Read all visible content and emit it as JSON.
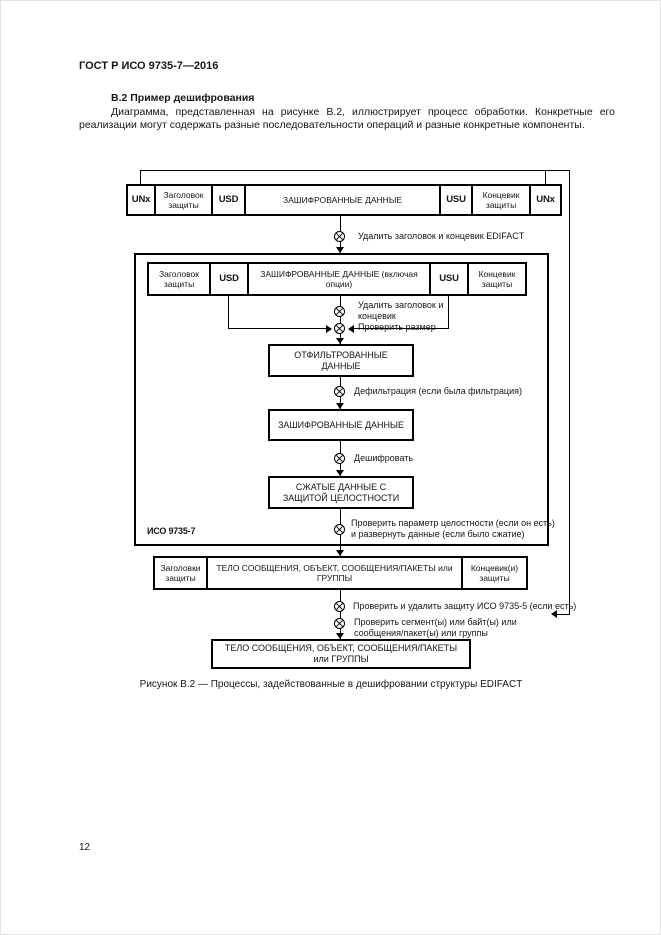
{
  "header": {
    "doc_title": "ГОСТ Р ИСО 9735-7—2016"
  },
  "section": {
    "title": "В.2 Пример дешифрования",
    "paragraph": "Диаграмма, представленная на рисунке В.2, иллюстрирует процесс обработки. Конкретные его реализации могут содержать разные последовательности операций и разные конкретные компоненты."
  },
  "diagram": {
    "envelope_row": [
      {
        "label": "UNx"
      },
      {
        "label": "Заголовок защиты"
      },
      {
        "label": "USD"
      },
      {
        "label": "ЗАШИФРОВАННЫЕ ДАННЫЕ"
      },
      {
        "label": "USU"
      },
      {
        "label": "Концевик защиты"
      },
      {
        "label": "UNx"
      }
    ],
    "inner_row": [
      {
        "label": "Заголовок защиты"
      },
      {
        "label": "USD"
      },
      {
        "label": "ЗАШИФРОВАННЫЕ ДАННЫЕ (включая опции)"
      },
      {
        "label": "USU"
      },
      {
        "label": "Концевик защиты"
      }
    ],
    "body_row": [
      {
        "label": "Заголовки защиты"
      },
      {
        "label": "ТЕЛО СООБЩЕНИЯ, ОБЪЕКТ, СООБЩЕНИЯ/ПАКЕТЫ или ГРУППЫ"
      },
      {
        "label": "Концевик(и) защиты"
      }
    ],
    "steps": {
      "remove_edifact": "Удалить заголовок и концевик EDIFACT",
      "remove_header_trailer": "Удалить заголовок и концевик",
      "check_size": "Проверить размер",
      "defilter": "Дефильтрация (если была фильтрация)",
      "decrypt": "Дешифровать",
      "check_integrity": "Проверить параметр целостности (если он есть) и развернуть данные (если было сжатие)",
      "check_9735_5": "Проверить и удалить защиту ИСО 9735-5 (если есть)",
      "check_segments": "Проверить сегмент(ы) или байт(ы) или сообщения/пакет(ы) или группы"
    },
    "boxes": {
      "filtered": "ОТФИЛЬТРОВАННЫЕ ДАННЫЕ",
      "encrypted": "ЗАШИФРОВАННЫЕ ДАННЫЕ",
      "compressed": "СЖАТЫЕ ДАННЫЕ С ЗАЩИТОЙ ЦЕЛОСТНОСТИ",
      "final": "ТЕЛО СООБЩЕНИЯ, ОБЪЕКТ, СООБЩЕНИЯ/ПАКЕТЫ или ГРУППЫ"
    },
    "iso_label": "ИСО 9735-7",
    "caption": "Рисунок В.2 — Процессы, задействованные в дешифровании структуры EDIFACT"
  },
  "footer": {
    "page_number": "12"
  },
  "colors": {
    "ink": "#000000",
    "paper": "#ffffff"
  }
}
